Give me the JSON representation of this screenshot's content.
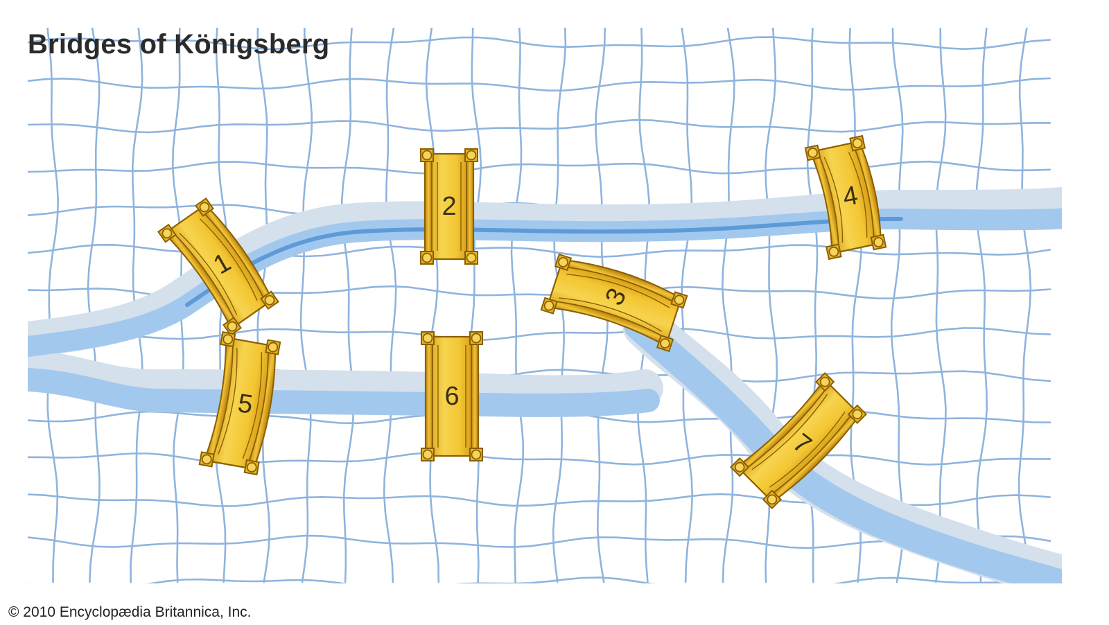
{
  "title": "Bridges of Königsberg",
  "copyright": "© 2010 Encyclopædia Britannica, Inc.",
  "colors": {
    "background": "#ffffff",
    "street_grid": "#8fb4dd",
    "river": "#a3c8ee",
    "river_channel": "#5d9bd8",
    "river_bank_shadow": "#d4e0ec",
    "bridge_gold": "#f0c233",
    "bridge_outline": "#8a5f00"
  },
  "bridges": [
    {
      "label": "1"
    },
    {
      "label": "2"
    },
    {
      "label": "3"
    },
    {
      "label": "4"
    },
    {
      "label": "5"
    },
    {
      "label": "6"
    },
    {
      "label": "7"
    }
  ]
}
